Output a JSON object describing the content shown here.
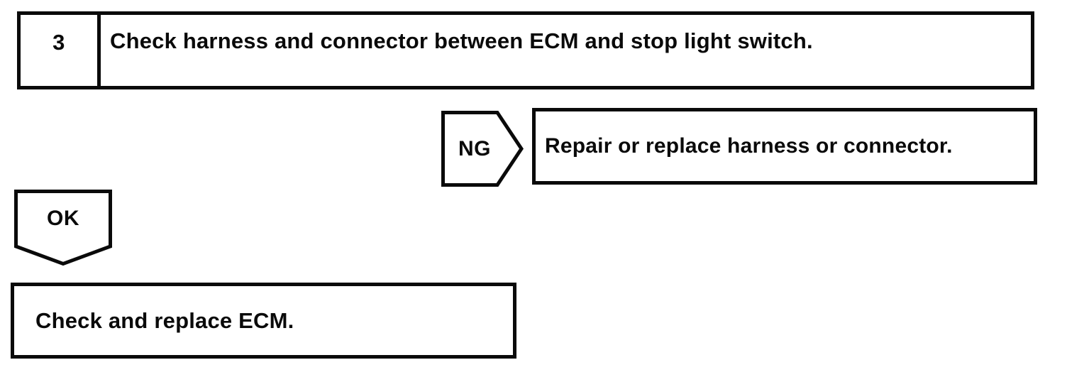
{
  "page": {
    "background_color": "#ffffff",
    "line_color": "#0a0a0a"
  },
  "flowchart": {
    "step": {
      "number": "3",
      "instruction": "Check harness and connector between ECM and stop light switch."
    },
    "ng_branch": {
      "connector_label": "NG",
      "action": "Repair or replace harness or connector."
    },
    "ok_branch": {
      "connector_label": "OK",
      "action": "Check and replace ECM."
    }
  }
}
